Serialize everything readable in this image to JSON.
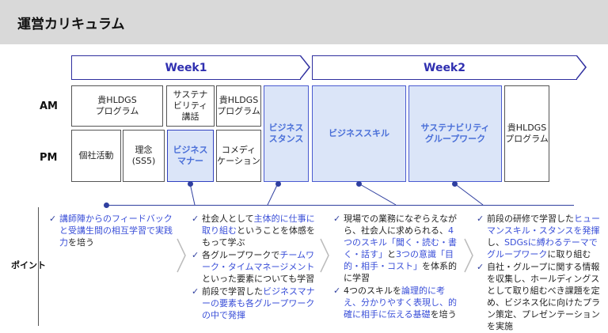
{
  "title": "運営カリキュラム",
  "weeks": {
    "w1": "Week1",
    "w2": "Week2"
  },
  "rows": {
    "am": "AM",
    "pm": "PM"
  },
  "cells": {
    "am_hldgs": "貴HLDGS\nプログラム",
    "sustain_lecture": "サステナ\nビリティ\n講話",
    "am_hldgs2": "貴HLDGS\nプログラム",
    "pm_company": "個社活動",
    "pm_rinen": "理念\n(SS5)",
    "pm_manner": "ビジネス\nマナー",
    "pm_comedy": "コメディ\nケーション",
    "stance": "ビジネス\nスタンス",
    "skill": "ビジネススキル",
    "sustain_work": "サステナビリティ\nグループワーク",
    "final_hldgs": "貴HLDGS\nプログラム"
  },
  "point_label": "ポイント",
  "check": "✓",
  "points": {
    "c1": [
      {
        "parts": [
          [
            "講師陣からのフィードバックと受講生間の相互学習で実践力",
            true
          ],
          [
            "を培う",
            false
          ]
        ]
      }
    ],
    "c2": [
      {
        "parts": [
          [
            "社会人として",
            false
          ],
          [
            "主体的に仕事に取り組む",
            true
          ],
          [
            "ということを体感をもって学ぶ",
            false
          ]
        ]
      },
      {
        "parts": [
          [
            "各グループワークで",
            false
          ],
          [
            "チームワーク・タイムマネージメント",
            true
          ],
          [
            "といった要素についても学習",
            false
          ]
        ]
      },
      {
        "parts": [
          [
            "前段で学習した",
            false
          ],
          [
            "ビジネスマナーの要素も各グループワークの中で発揮",
            true
          ]
        ]
      }
    ],
    "c3": [
      {
        "parts": [
          [
            "現場での業務になぞらえながら、社会人に求められる、",
            false
          ],
          [
            "4つのスキル「聞く・読む・書く・話す」",
            true
          ],
          [
            "と",
            false
          ],
          [
            "3つの意識「目的・相手・コスト」",
            true
          ],
          [
            "を体系的に学習",
            false
          ]
        ]
      },
      {
        "parts": [
          [
            "4つのスキルを",
            false
          ],
          [
            "論理的に考え、分かりやすく表現し、的確に相手に伝える基礎",
            true
          ],
          [
            "を培う",
            false
          ]
        ]
      }
    ],
    "c4": [
      {
        "parts": [
          [
            "前段の研修で学習した",
            false
          ],
          [
            "ヒューマンスキル・スタンスを発揮",
            true
          ],
          [
            "し、",
            false
          ],
          [
            "SDGsに縛わるテーマでグループワーク",
            true
          ],
          [
            "に取り組む",
            false
          ]
        ]
      },
      {
        "parts": [
          [
            "自社・グループに関する情報を収集し、ホールディングスとして取り組むべき課題を定め、ビジネス化に向けたプラン策定、プレゼンテーションを実施",
            false
          ]
        ]
      }
    ]
  }
}
